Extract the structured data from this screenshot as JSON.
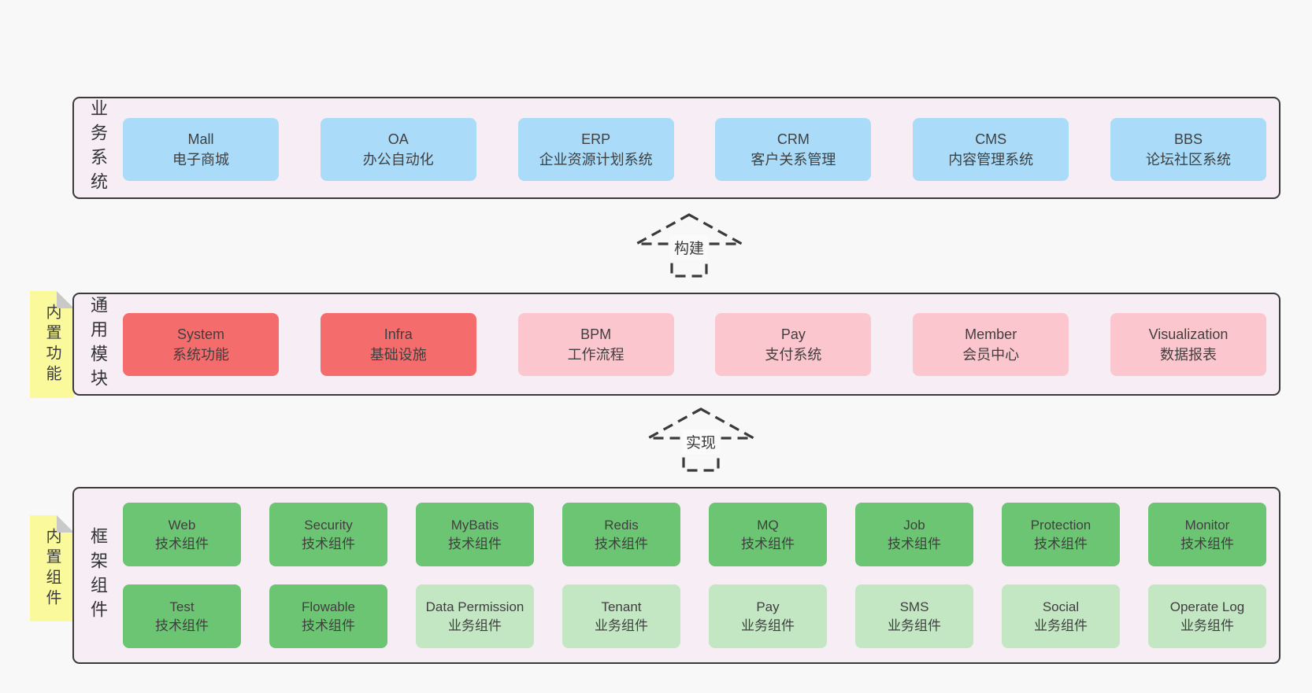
{
  "colors": {
    "page_bg": "#f8f8f8",
    "panel_bg": "#f7edf5",
    "panel_border": "#3a3a3a",
    "blue_box": "#aadcf9",
    "red_box": "#f56c6c",
    "pink_box": "#fbc6cd",
    "green_box": "#6cc573",
    "light_green_box": "#c3e6c3",
    "sticky_bg": "#fafa9d",
    "sticky_fold": "#c9c9c9",
    "text": "#3f3f3f"
  },
  "sections": {
    "business": {
      "side_label": "业务系统",
      "boxes": [
        {
          "title": "Mall",
          "subtitle": "电子商城"
        },
        {
          "title": "OA",
          "subtitle": "办公自动化"
        },
        {
          "title": "ERP",
          "subtitle": "企业资源计划系统"
        },
        {
          "title": "CRM",
          "subtitle": "客户关系管理"
        },
        {
          "title": "CMS",
          "subtitle": "内容管理系统"
        },
        {
          "title": "BBS",
          "subtitle": "论坛社区系统"
        }
      ]
    },
    "modules": {
      "side_label": "通用模块",
      "sticky_label": "内置功能",
      "boxes": [
        {
          "title": "System",
          "subtitle": "系统功能",
          "variant": "red"
        },
        {
          "title": "Infra",
          "subtitle": "基础设施",
          "variant": "red"
        },
        {
          "title": "BPM",
          "subtitle": "工作流程",
          "variant": "pink"
        },
        {
          "title": "Pay",
          "subtitle": "支付系统",
          "variant": "pink"
        },
        {
          "title": "Member",
          "subtitle": "会员中心",
          "variant": "pink"
        },
        {
          "title": "Visualization",
          "subtitle": "数据报表",
          "variant": "pink"
        }
      ]
    },
    "framework": {
      "side_label": "框架组件",
      "sticky_label": "内置组件",
      "row1": [
        {
          "title": "Web",
          "subtitle": "技术组件",
          "variant": "green"
        },
        {
          "title": "Security",
          "subtitle": "技术组件",
          "variant": "green"
        },
        {
          "title": "MyBatis",
          "subtitle": "技术组件",
          "variant": "green"
        },
        {
          "title": "Redis",
          "subtitle": "技术组件",
          "variant": "green"
        },
        {
          "title": "MQ",
          "subtitle": "技术组件",
          "variant": "green"
        },
        {
          "title": "Job",
          "subtitle": "技术组件",
          "variant": "green"
        },
        {
          "title": "Protection",
          "subtitle": "技术组件",
          "variant": "green"
        },
        {
          "title": "Monitor",
          "subtitle": "技术组件",
          "variant": "green"
        }
      ],
      "row2": [
        {
          "title": "Test",
          "subtitle": "技术组件",
          "variant": "green"
        },
        {
          "title": "Flowable",
          "subtitle": "技术组件",
          "variant": "green"
        },
        {
          "title": "Data Permission",
          "subtitle": "业务组件",
          "variant": "light-green"
        },
        {
          "title": "Tenant",
          "subtitle": "业务组件",
          "variant": "light-green"
        },
        {
          "title": "Pay",
          "subtitle": "业务组件",
          "variant": "light-green"
        },
        {
          "title": "SMS",
          "subtitle": "业务组件",
          "variant": "light-green"
        },
        {
          "title": "Social",
          "subtitle": "业务组件",
          "variant": "light-green"
        },
        {
          "title": "Operate Log",
          "subtitle": "业务组件",
          "variant": "light-green"
        }
      ]
    }
  },
  "arrows": {
    "build": {
      "label": "构建"
    },
    "implement": {
      "label": "实现"
    }
  }
}
